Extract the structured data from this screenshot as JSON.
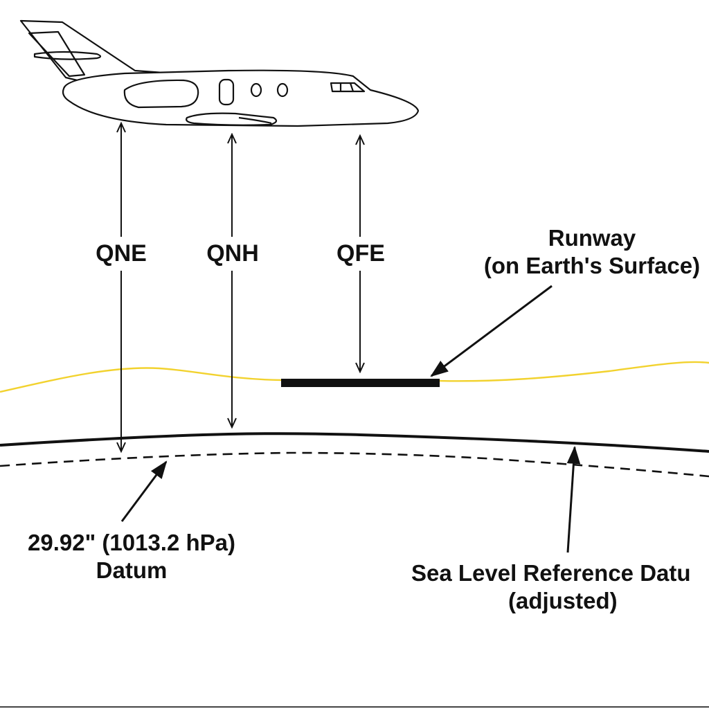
{
  "labels": {
    "qne": "QNE",
    "qnh": "QNH",
    "qfe": "QFE",
    "runway": {
      "line1": "Runway",
      "line2": "(on Earth's Surface)"
    },
    "std_datum": {
      "line1": "29.92\" (1013.2 hPa)",
      "line2": "Datum"
    },
    "sea_level": {
      "line1": "Sea Level Reference Datu",
      "line2": "(adjusted)"
    }
  },
  "colors": {
    "ink": "#111111",
    "terrain": "#f2d22e",
    "background": "#ffffff"
  }
}
